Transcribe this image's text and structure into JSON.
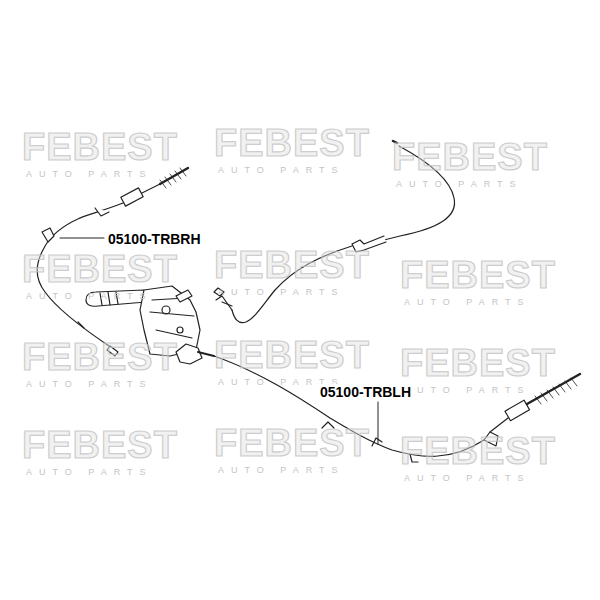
{
  "diagram": {
    "labels": [
      "05100-TRBRH",
      "05100-TRBLH",
      "FEBEST",
      "AUTO PARTS",
      "FEBEST",
      "AUTO PARTS",
      "FEBEST",
      "AUTO PARTS",
      "FEBEST",
      "AUTO PARTS",
      "FEBEST",
      "AUTO PARTS",
      "FEBEST",
      "AUTO PARTS",
      "FEBEST",
      "AUTO PARTS",
      "FEBEST",
      "AUTO PARTS",
      "FEBEST",
      "AUTO PARTS",
      "FEBEST",
      "AUTO PARTS",
      "FEBEST",
      "AUTO PARTS",
      "FEBEST",
      "AUTO PARTS"
    ]
  }
}
